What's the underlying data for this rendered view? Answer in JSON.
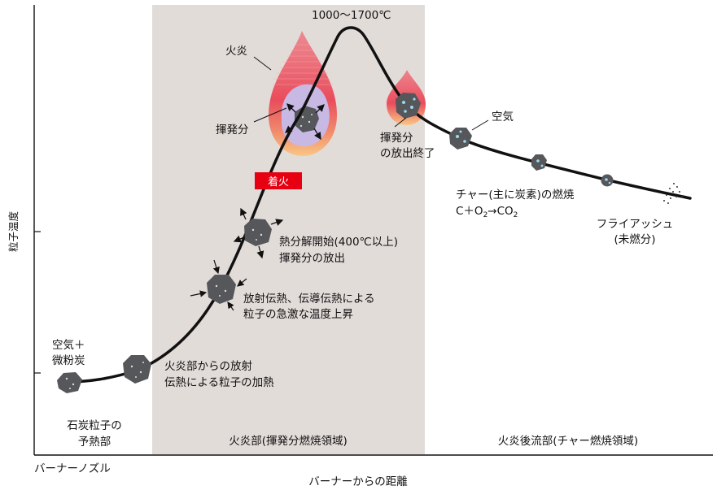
{
  "axes": {
    "y_label": "粒子温度",
    "x_origin_label": "バーナーノズル",
    "x_label": "バーナーからの距離"
  },
  "peak_label": "1000～1700℃",
  "regions": [
    {
      "name": "preheat",
      "label_line1": "石炭粒子の",
      "label_line2": "予熱部"
    },
    {
      "name": "flame",
      "label": "火炎部(揮発分燃焼領域)"
    },
    {
      "name": "post-flame",
      "label": "火炎後流部(チャー燃焼領域)"
    }
  ],
  "annotations": {
    "coal_air_line1": "空気＋",
    "coal_air_line2": "微粉炭",
    "radiant_heating_line1": "火炎部からの放射",
    "radiant_heating_line2": "伝熱による粒子の加熱",
    "rapid_rise_line1": "放射伝熱、伝導伝熱による",
    "rapid_rise_line2": "粒子の急激な温度上昇",
    "pyrolysis_line1": "熱分解開始(400℃以上)",
    "pyrolysis_line2": "揮発分の放出",
    "ignition": "着火",
    "flame": "火炎",
    "volatile": "揮発分",
    "volatile_end_line1": "揮発分",
    "volatile_end_line2": "の放出終了",
    "air": "空気",
    "char_burn": "チャー(主に炭素)の燃焼",
    "reaction_c": "C＋O",
    "reaction_sub1": "2",
    "reaction_arrow": "→CO",
    "reaction_sub2": "2",
    "fly_ash_line1": "フライアッシュ",
    "fly_ash_line2": "(未燃分)"
  },
  "colors": {
    "flame_region_bg": "#e2dcd9",
    "ignition_bg": "#e60012",
    "flame_outer": "#e94c5c",
    "flame_inner": "#f6b07a",
    "volatile_cloud": "#c8b8e4",
    "particle": "#55575a",
    "particle_dot": "#9ed8ee"
  }
}
